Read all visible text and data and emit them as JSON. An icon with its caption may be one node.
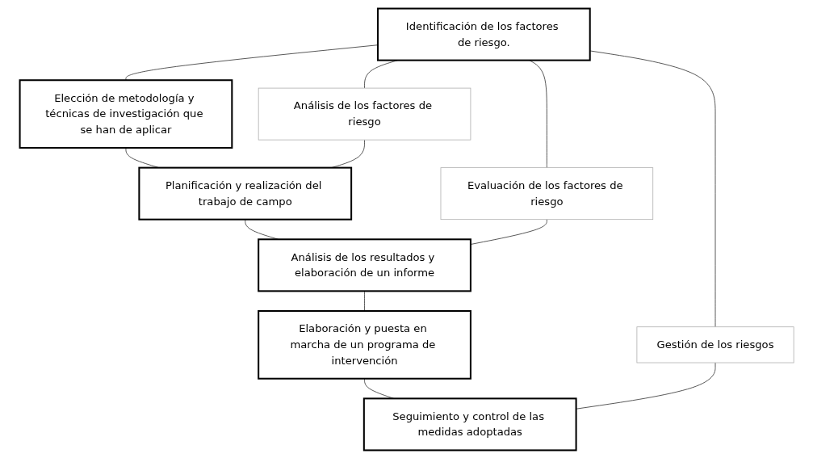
{
  "diagram": {
    "nodes": [
      {
        "text": [
          "Identificación de los factores de riesgo."
        ]
      },
      {
        "text": [
          "Elección de metodología y técnicas de investigación que se han de aplicar"
        ]
      },
      {
        "text": [
          "Planificación y realización del trabajo de campo"
        ]
      },
      {
        "text": [
          "Análisis de los resultados y elaboración de un informe"
        ]
      },
      {
        "text": [
          "Elaboración y puesta en marcha de un programa de intervención"
        ]
      },
      {
        "text": [
          "Seguimiento y control de las medidas adoptadas"
        ]
      },
      {
        "text": [
          "Análisis de los factores de riesgo"
        ]
      },
      {
        "text": [
          "Evaluación de los factores de riesgo"
        ]
      },
      {
        "text": [
          "Gestión de los riesgos"
        ]
      }
    ],
    "edges": [
      {
        "from": 0,
        "to": 1,
        "arrow": "none"
      },
      {
        "from": 1,
        "to": 2,
        "arrow": "none"
      },
      {
        "from": 2,
        "to": 3,
        "arrow": "none"
      },
      {
        "from": 3,
        "to": 4,
        "arrow": "none"
      },
      {
        "from": 4,
        "to": 5,
        "arrow": "none"
      },
      {
        "from": 0,
        "to": 6,
        "arrow": "none"
      },
      {
        "from": 6,
        "to": 2,
        "arrow": "none"
      },
      {
        "from": 0,
        "to": 7,
        "arrow": "none"
      },
      {
        "from": 7,
        "to": 3,
        "arrow": "none"
      },
      {
        "from": 0,
        "to": 8,
        "arrow": "none"
      },
      {
        "from": 8,
        "to": 5,
        "arrow": "none"
      }
    ]
  }
}
